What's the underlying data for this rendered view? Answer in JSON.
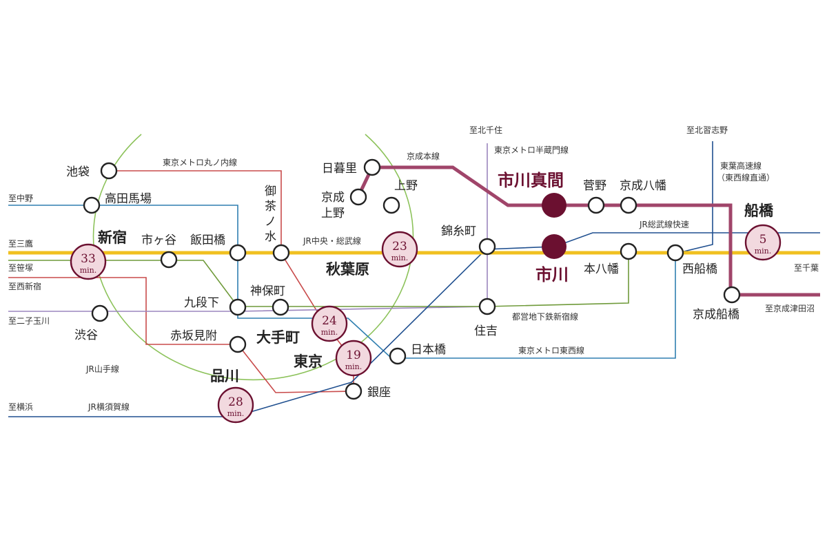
{
  "colors": {
    "yamanote": "#8cc25a",
    "chuo_sobu": "#f0c020",
    "marunouchi": "#c84a4a",
    "hanzomon": "#9b85bd",
    "shinjuku_line": "#6f9a3a",
    "tozai": "#2f7fb0",
    "sobu_rapid": "#1f4f8f",
    "keisei": "#a0456a",
    "station_fill": "#ffffff",
    "station_stroke": "#222222",
    "hero_fill": "#6b1030",
    "badge_fill": "#f2d9df",
    "badge_stroke": "#6b1030"
  },
  "stations": {
    "ikebukuro": "池袋",
    "takadanobaba": "高田馬場",
    "shinjuku": "新宿",
    "ichigaya": "市ヶ谷",
    "iidabashi": "飯田橋",
    "ochanomizu_1": "御",
    "ochanomizu_2": "茶",
    "ochanomizu_3": "ノ",
    "ochanomizu_4": "水",
    "nippori": "日暮里",
    "keisei_ueno_1": "京成",
    "keisei_ueno_2": "上野",
    "ueno": "上野",
    "akihabara": "秋葉原",
    "jimbocho": "神保町",
    "kudanshita": "九段下",
    "shibuya": "渋谷",
    "akasakamitsuke": "赤坂見附",
    "otemachi": "大手町",
    "tokyo": "東京",
    "shinagawa": "品川",
    "ginza": "銀座",
    "nihombashi": "日本橋",
    "kinshicho": "錦糸町",
    "sumiyoshi": "住吉",
    "ichikawamama": "市川真間",
    "ichikawa": "市川",
    "sugano": "菅野",
    "keisei_yawata": "京成八幡",
    "motoyawata": "本八幡",
    "nishifunabashi": "西船橋",
    "funabashi": "船橋",
    "keisei_funabashi": "京成船橋"
  },
  "labels": {
    "to_nakano": "至中野",
    "to_mitaka": "至三鷹",
    "to_sasazuka": "至笹塚",
    "to_nishishinjuku": "至西新宿",
    "to_futakotamagawa": "至二子玉川",
    "to_yokohama": "至横浜",
    "to_kitasenju": "至北千住",
    "to_kitanarashino": "至北習志野",
    "to_chiba": "至千葉",
    "to_keisei_tsudanuma": "至京成津田沼",
    "marunouchi_line": "東京メトロ丸ノ内線",
    "hanzomon_line": "東京メトロ半蔵門線",
    "keisei_line": "京成本線",
    "chuo_sobu_line": "JR中央・総武線",
    "sobu_rapid_line": "JR総武線快速",
    "toyo_rapid_1": "東葉高速線",
    "toyo_rapid_2": "（東西線直通）",
    "shinjuku_line": "都営地下鉄新宿線",
    "tozai_line": "東京メトロ東西線",
    "yamanote_line": "JR山手線",
    "yokosuka_line": "JR横須賀線"
  },
  "badges": {
    "shinjuku": {
      "num": "33",
      "unit": "min."
    },
    "akihabara": {
      "num": "23",
      "unit": "min."
    },
    "otemachi": {
      "num": "24",
      "unit": "min."
    },
    "tokyo": {
      "num": "19",
      "unit": "min."
    },
    "shinagawa": {
      "num": "28",
      "unit": "min."
    },
    "funabashi": {
      "num": "5",
      "unit": "min."
    }
  }
}
